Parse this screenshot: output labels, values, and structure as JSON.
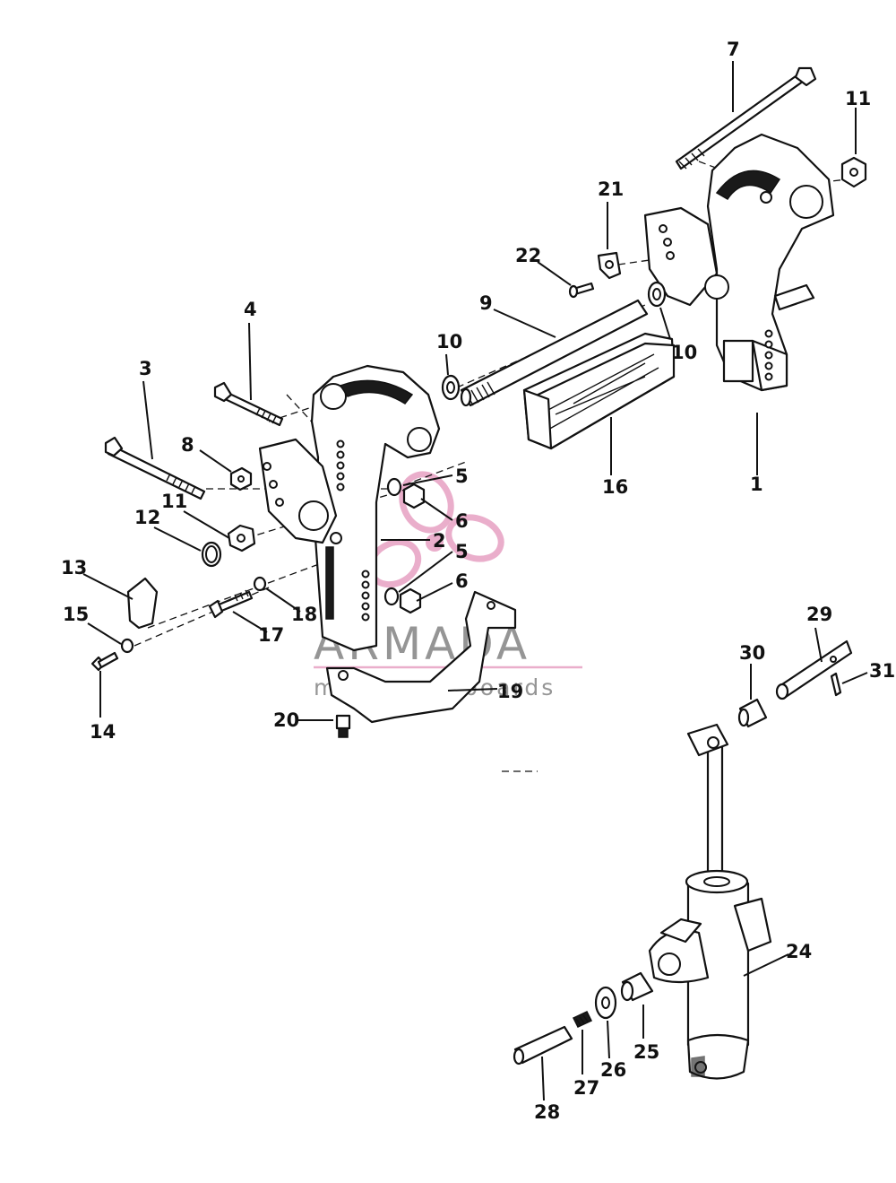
{
  "watermark": {
    "brand": "ARMADA",
    "tagline": "marine outboards",
    "text_color": "#8a8a8a",
    "accent_color": "#e8a6c6",
    "line_color": "#e8a6c6"
  },
  "callouts": [
    "1",
    "2",
    "3",
    "4",
    "5",
    "5",
    "6",
    "6",
    "7",
    "8",
    "9",
    "10",
    "10",
    "11",
    "11",
    "12",
    "13",
    "14",
    "15",
    "16",
    "17",
    "18",
    "19",
    "20",
    "21",
    "22",
    "24",
    "25",
    "26",
    "27",
    "28",
    "29",
    "30",
    "31"
  ]
}
